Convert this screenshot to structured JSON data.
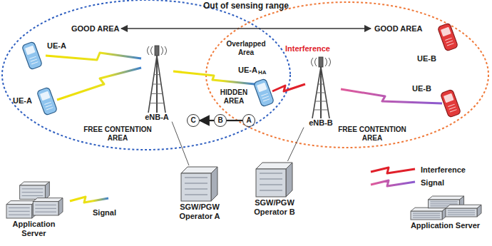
{
  "diagram": {
    "nodes": [
      {
        "text": [
          "eNB-A"
        ]
      },
      {
        "text": [
          "eNB-B"
        ]
      },
      {
        "text": [
          "SGW/PGW Operator A"
        ]
      },
      {
        "text": [
          "SGW/PGW Operator B"
        ]
      },
      {
        "text": [
          "Application Server"
        ]
      },
      {
        "text": [
          "Application Server"
        ]
      },
      {
        "text": [
          "C"
        ]
      },
      {
        "text": [
          "B"
        ]
      },
      {
        "text": [
          "A"
        ]
      }
    ],
    "edges": [
      {
        "from": 0,
        "to": 2,
        "arrow": "none"
      },
      {
        "from": 1,
        "to": 3,
        "arrow": "none"
      },
      {
        "from": 8,
        "to": 7,
        "arrow": "none"
      },
      {
        "from": 7,
        "to": 6,
        "arrow": "to"
      }
    ],
    "labels": [
      "Out of sensing range",
      "GOOD AREA",
      "GOOD AREA",
      "Overlapped Area",
      "Interference",
      "UE-A",
      "UE-A",
      "UE-A",
      "HA",
      "HIDDEN AREA",
      "FREE CONTENTION AREA",
      "FREE CONTENTION AREA",
      "UE-B",
      "UE-B",
      "Signal"
    ],
    "legend": [
      {
        "text": "Interference"
      },
      {
        "text": "Signal"
      }
    ]
  }
}
